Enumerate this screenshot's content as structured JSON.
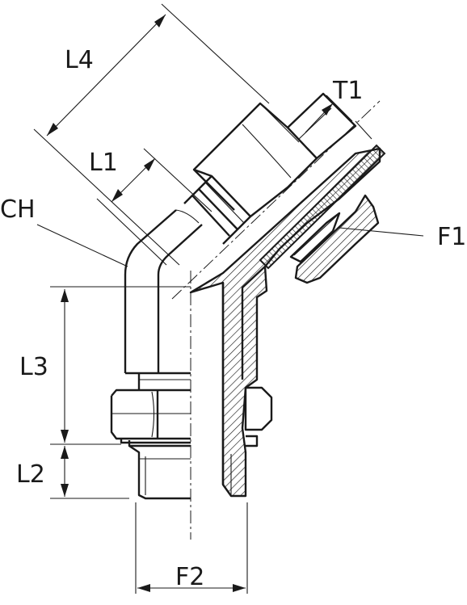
{
  "labels": {
    "l4": "L4",
    "l1": "L1",
    "ch": "CH",
    "t1": "T1",
    "f1": "F1",
    "l3": "L3",
    "l2": "L2",
    "f2": "F2"
  }
}
